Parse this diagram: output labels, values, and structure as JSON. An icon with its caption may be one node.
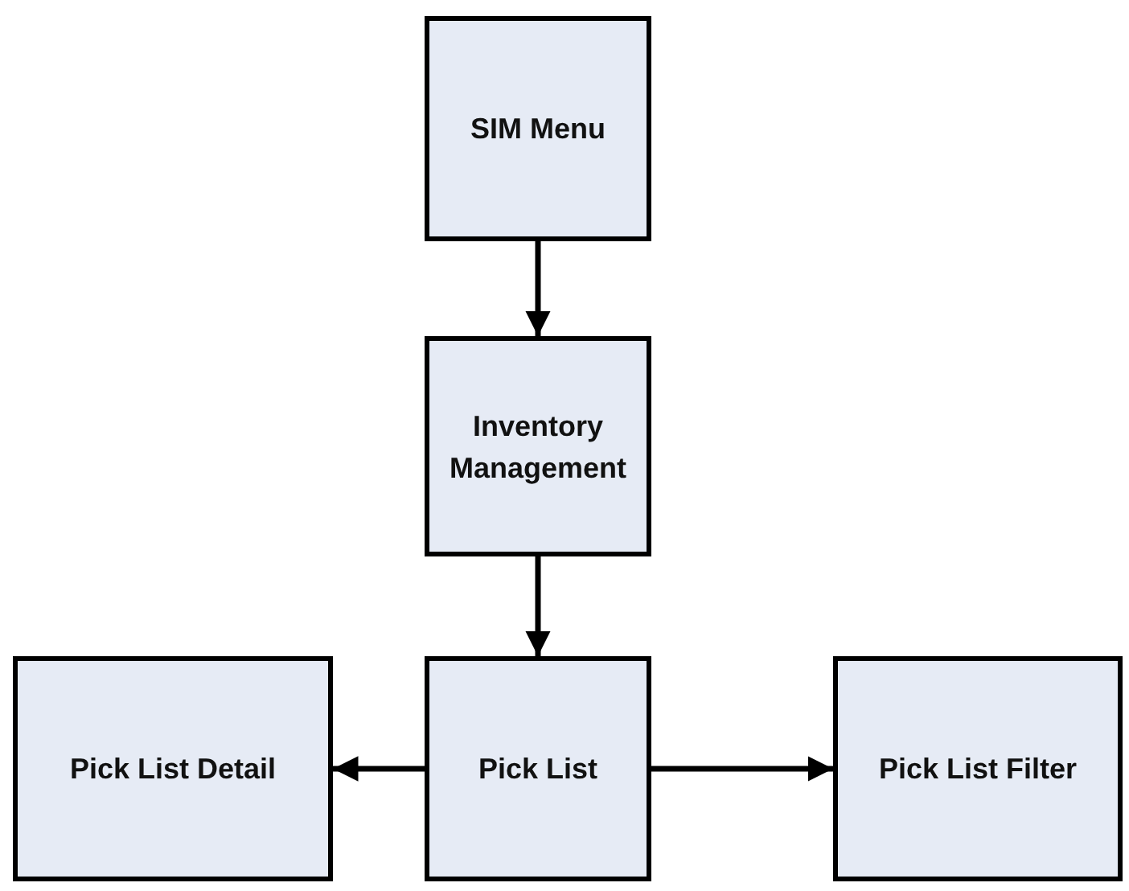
{
  "diagram": {
    "nodes": [
      {
        "text": [
          "SIM Menu"
        ]
      },
      {
        "text": [
          "Inventory Management"
        ]
      },
      {
        "text": [
          "Pick List Detail"
        ]
      },
      {
        "text": [
          "Pick List"
        ]
      },
      {
        "text": [
          "Pick List Filter"
        ]
      }
    ],
    "edges": [
      {
        "from": 0,
        "to": 1,
        "arrow": "to"
      },
      {
        "from": 1,
        "to": 3,
        "arrow": "to"
      },
      {
        "from": 3,
        "to": 2,
        "arrow": "to"
      },
      {
        "from": 3,
        "to": 4,
        "arrow": "to"
      }
    ]
  }
}
